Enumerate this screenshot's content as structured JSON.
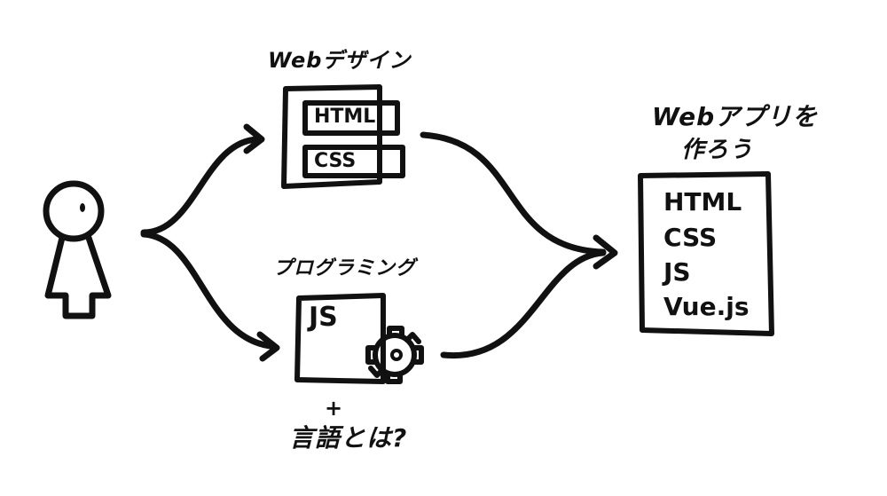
{
  "web_design": {
    "title": "Webデザイン",
    "items": [
      "HTML",
      "CSS"
    ]
  },
  "programming": {
    "title": "プログラミング",
    "item": "JS",
    "plus": "+",
    "question": "言語とは?"
  },
  "webapp": {
    "title_line1": "Webアプリを",
    "title_line2": "作ろう",
    "items": [
      "HTML",
      "CSS",
      "JS",
      "Vue.js"
    ]
  }
}
